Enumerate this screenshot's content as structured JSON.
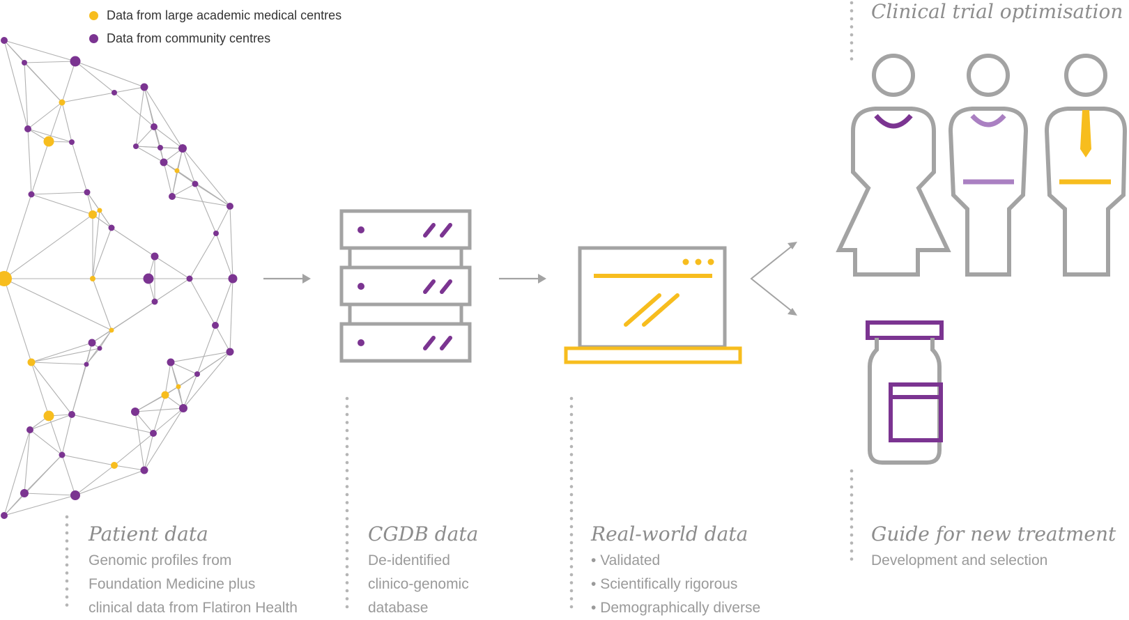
{
  "colors": {
    "academic": "#f7bd1e",
    "community": "#7b3491",
    "lavender": "#aa80c2",
    "gray": "#a3a3a3",
    "text": "#9a9a9a",
    "heading": "#8c8c8c"
  },
  "legend": [
    {
      "label": "Data from large academic medical centres",
      "color": "#f7bd1e"
    },
    {
      "label": "Data from community centres",
      "color": "#7b3491"
    }
  ],
  "icons": [
    "patient-network-sphere-icon",
    "database-server-icon",
    "laptop-icon",
    "person-female-icon",
    "person-neutral-icon",
    "person-male-icon",
    "medicine-vial-icon",
    "arrow-right-icon",
    "branch-arrow-icon"
  ],
  "sections": {
    "patient": {
      "heading": "Patient data",
      "lines": [
        "Genomic profiles from",
        "Foundation Medicine plus",
        "clinical data from Flatiron Health"
      ]
    },
    "cgdb": {
      "heading": "CGDB data",
      "lines": [
        "De-identified",
        "clinico-genomic",
        "database"
      ]
    },
    "rwd": {
      "heading": "Real-world data",
      "bullets": [
        "Validated",
        "Scientifically rigorous",
        "Demographically diverse"
      ]
    },
    "trial": {
      "heading": "Clinical trial optimisation"
    },
    "treatment": {
      "heading": "Guide for new treatment",
      "lines": [
        "Development and selection"
      ]
    }
  }
}
